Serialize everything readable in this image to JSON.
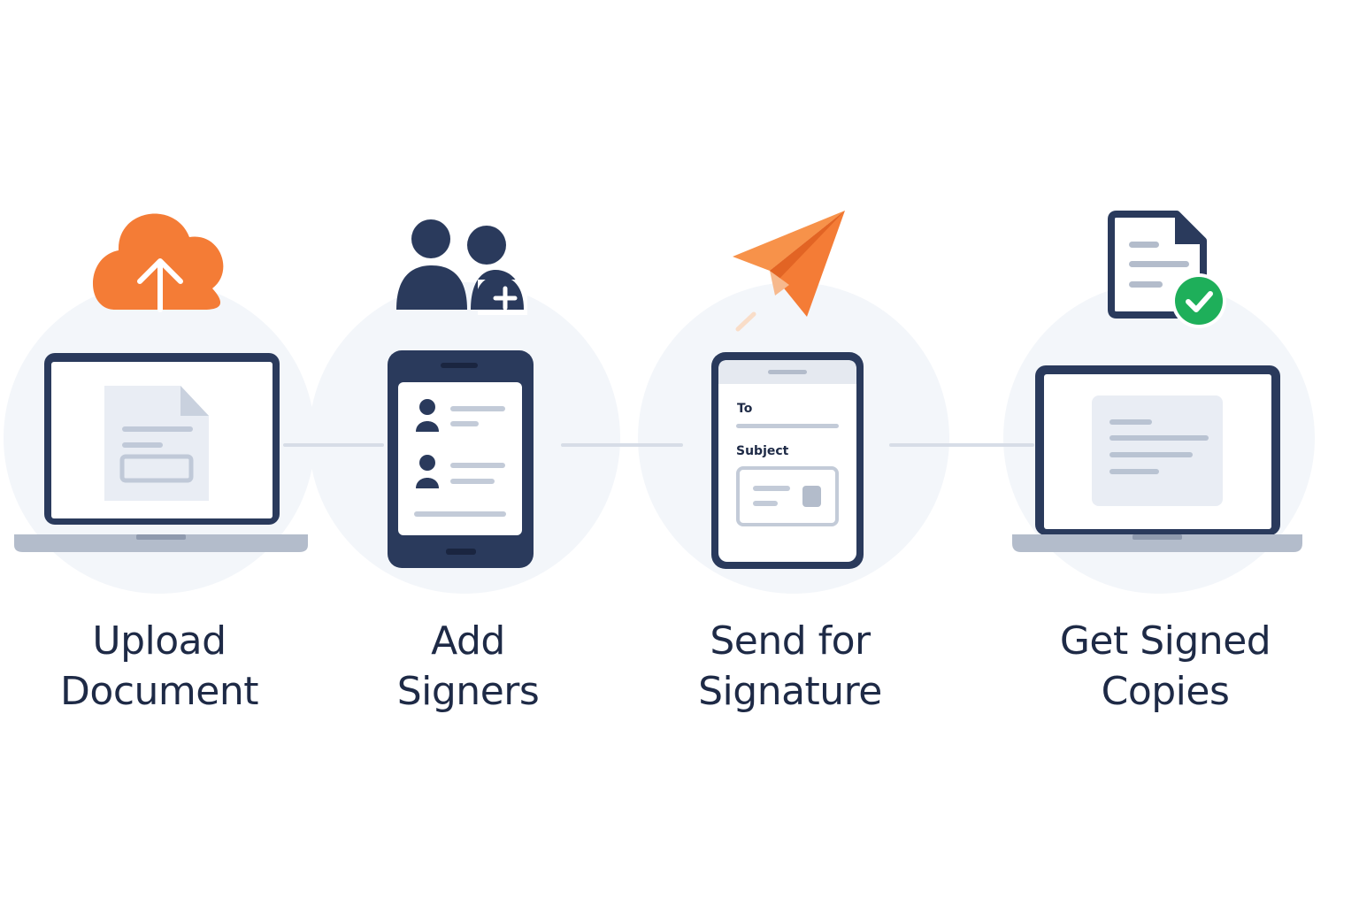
{
  "steps": [
    {
      "line1": "Upload",
      "line2": "Document",
      "icon": "cloud-upload-icon",
      "device": "laptop"
    },
    {
      "line1": "Add",
      "line2": "Signers",
      "icon": "add-users-icon",
      "device": "phone"
    },
    {
      "line1": "Send for",
      "line2": "Signature",
      "icon": "paper-plane-icon",
      "device": "tablet"
    },
    {
      "line1": "Get Signed",
      "line2": "Copies",
      "icon": "signed-document-icon",
      "device": "laptop"
    }
  ],
  "email_form": {
    "to_label": "To",
    "subject_label": "Subject"
  },
  "colors": {
    "navy": "#2a3a5c",
    "orange": "#f47c36",
    "green": "#1eaf5a",
    "circle": "#f2f5fa",
    "screen_gray": "#e9edf4",
    "line_gray": "#c3cbd8"
  }
}
